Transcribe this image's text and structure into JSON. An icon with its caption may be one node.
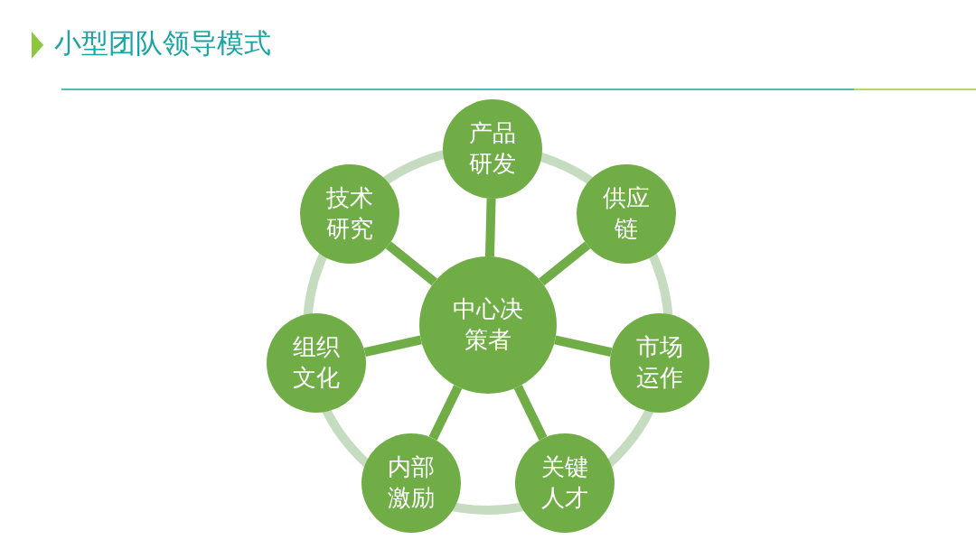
{
  "diagram": {
    "title": "小型团队领导模式",
    "nodes": [
      {
        "text": [
          "中心决策者"
        ]
      },
      {
        "text": [
          "产品研发"
        ]
      },
      {
        "text": [
          "供应链"
        ]
      },
      {
        "text": [
          "市场运作"
        ]
      },
      {
        "text": [
          "关键人才"
        ]
      },
      {
        "text": [
          "内部激励"
        ]
      },
      {
        "text": [
          "组织文化"
        ]
      },
      {
        "text": [
          "技术研究"
        ]
      }
    ],
    "edges": [
      {
        "from": 0,
        "to": 1,
        "arrow": "none"
      },
      {
        "from": 0,
        "to": 2,
        "arrow": "none"
      },
      {
        "from": 0,
        "to": 3,
        "arrow": "none"
      },
      {
        "from": 0,
        "to": 4,
        "arrow": "none"
      },
      {
        "from": 0,
        "to": 5,
        "arrow": "none"
      },
      {
        "from": 0,
        "to": 6,
        "arrow": "none"
      },
      {
        "from": 0,
        "to": 7,
        "arrow": "none"
      }
    ]
  }
}
